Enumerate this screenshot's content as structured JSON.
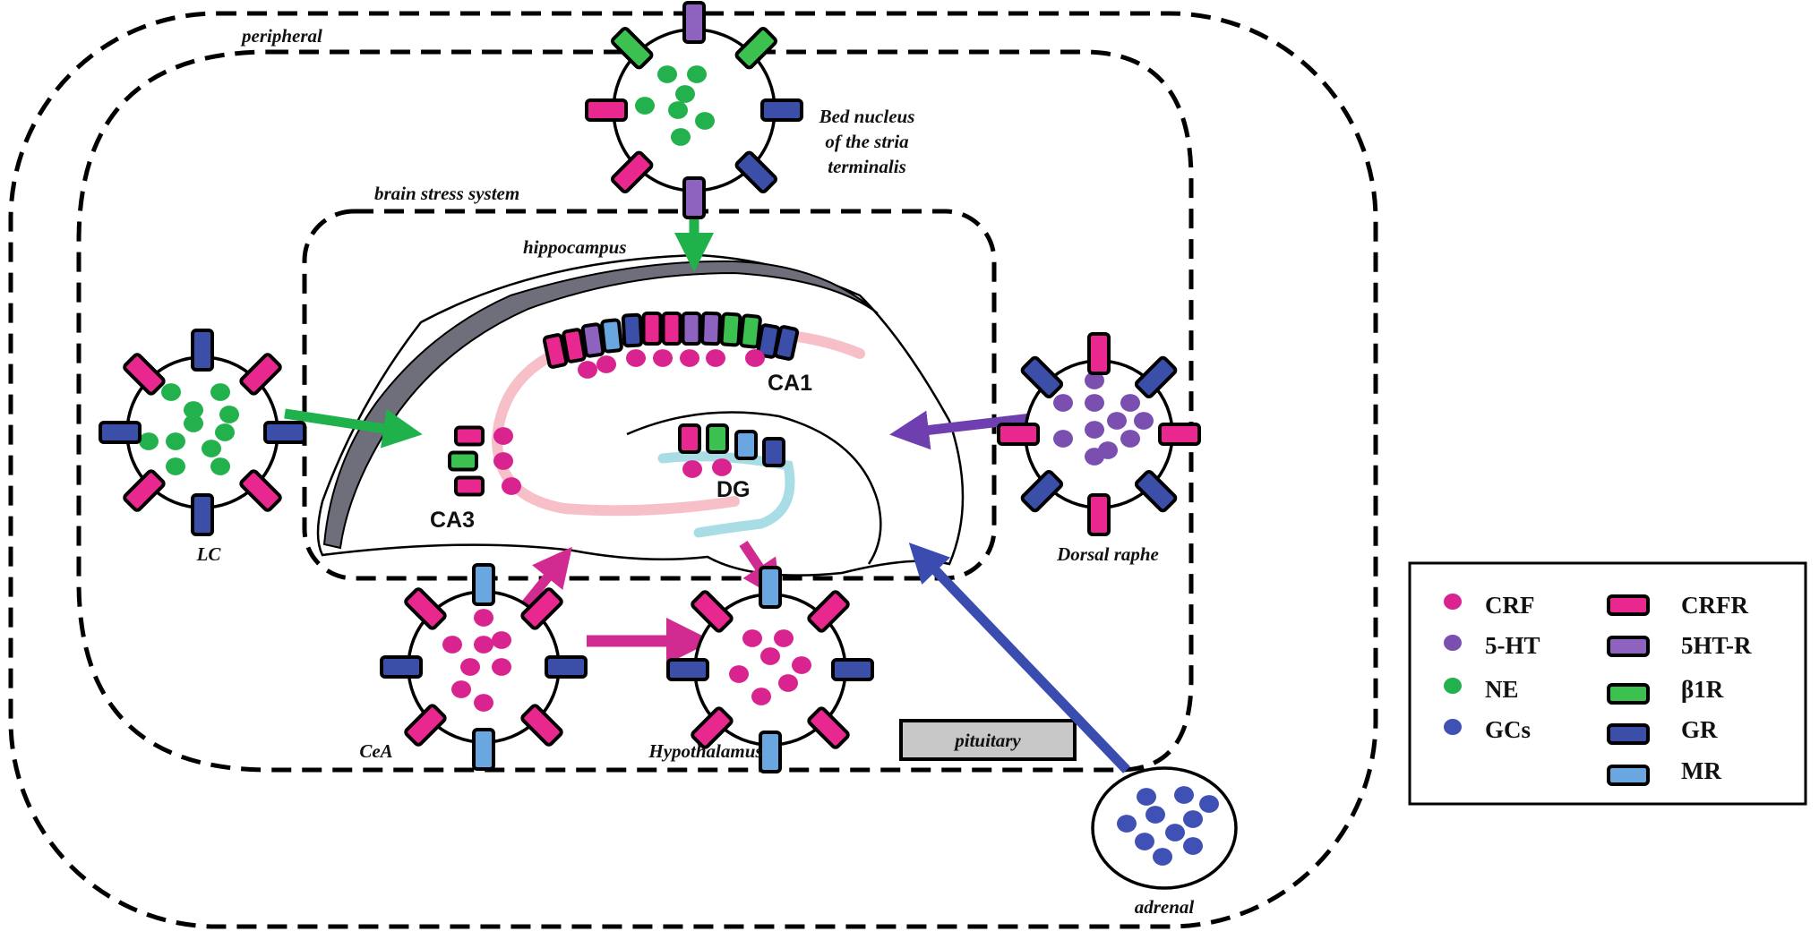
{
  "colors": {
    "CRF": "#d9248f",
    "5-HT": "#7a4fb0",
    "NE": "#22b14c",
    "GCs": "#3f51b5",
    "CRFR": "#e8288f",
    "5HT-R": "#8e63c0",
    "β1R": "#3cc04f",
    "GR": "#3b4fa8",
    "MR": "#6aa6e0",
    "arrow_NE": "#1fb14a",
    "arrow_5HT": "#6f3fb0",
    "arrow_CRF": "#d12a90",
    "arrow_GC": "#3a4cb0",
    "pyramidal_layer": "#f7c0c8",
    "granule_layer": "#a9dde6",
    "cortex_band": "#6e6f7b",
    "pituitary_fill": "#c8c8c8"
  },
  "compartments": {
    "peripheral": "peripheral",
    "brain_stress_system": "brain stress system",
    "hippocampus": "hippocampus"
  },
  "regions": {
    "CA1": "CA1",
    "CA3": "CA3",
    "DG": "DG"
  },
  "nuclei": [
    {
      "id": "bnst",
      "label_lines": [
        "Bed nucleus",
        "of the stria",
        "terminalis"
      ],
      "content": "NE",
      "receptors": [
        "5HT-R",
        "β1R",
        "GR",
        "GR",
        "5HT-R",
        "CRFR",
        "CRFR",
        "β1R"
      ]
    },
    {
      "id": "lc",
      "label": "LC",
      "content": "NE",
      "receptors": [
        "GR",
        "CRFR",
        "GR",
        "CRFR",
        "GR",
        "CRFR",
        "GR",
        "CRFR"
      ]
    },
    {
      "id": "dorsal-raphe",
      "label": "Dorsal raphe",
      "content": "5-HT",
      "receptors": [
        "CRFR",
        "GR",
        "CRFR",
        "GR",
        "CRFR",
        "GR",
        "CRFR",
        "GR"
      ]
    },
    {
      "id": "cea",
      "label": "CeA",
      "content": "CRF",
      "receptors": [
        "MR",
        "CRFR",
        "GR",
        "CRFR",
        "MR",
        "CRFR",
        "GR",
        "CRFR"
      ]
    },
    {
      "id": "hypothalamus",
      "label": "Hypothalamus",
      "content": "CRF",
      "receptors": [
        "MR",
        "CRFR",
        "GR",
        "CRFR",
        "MR",
        "CRFR",
        "GR",
        "CRFR"
      ]
    },
    {
      "id": "adrenal",
      "label": "adrenal",
      "content": "GCs"
    }
  ],
  "pituitary": "pituitary",
  "ca1_receptors": [
    "CRFR",
    "CRFR",
    "5HT-R",
    "MR",
    "GR",
    "CRFR",
    "CRFR",
    "5HT-R",
    "5HT-R",
    "β1R",
    "β1R",
    "GR",
    "GR"
  ],
  "ca3_receptors": [
    "CRFR",
    "β1R",
    "CRFR"
  ],
  "dg_receptors": [
    "CRFR",
    "β1R",
    "MR",
    "GR"
  ],
  "legend": {
    "ligands": [
      {
        "key": "CRF",
        "label": "CRF"
      },
      {
        "key": "5-HT",
        "label": "5-HT"
      },
      {
        "key": "NE",
        "label": "NE"
      },
      {
        "key": "GCs",
        "label": "GCs"
      }
    ],
    "receptors": [
      {
        "key": "CRFR",
        "label": "CRFR"
      },
      {
        "key": "5HT-R",
        "label": "5HT-R"
      },
      {
        "key": "β1R",
        "label": "β1R"
      },
      {
        "key": "GR",
        "label": "GR"
      },
      {
        "key": "MR",
        "label": "MR"
      }
    ]
  }
}
